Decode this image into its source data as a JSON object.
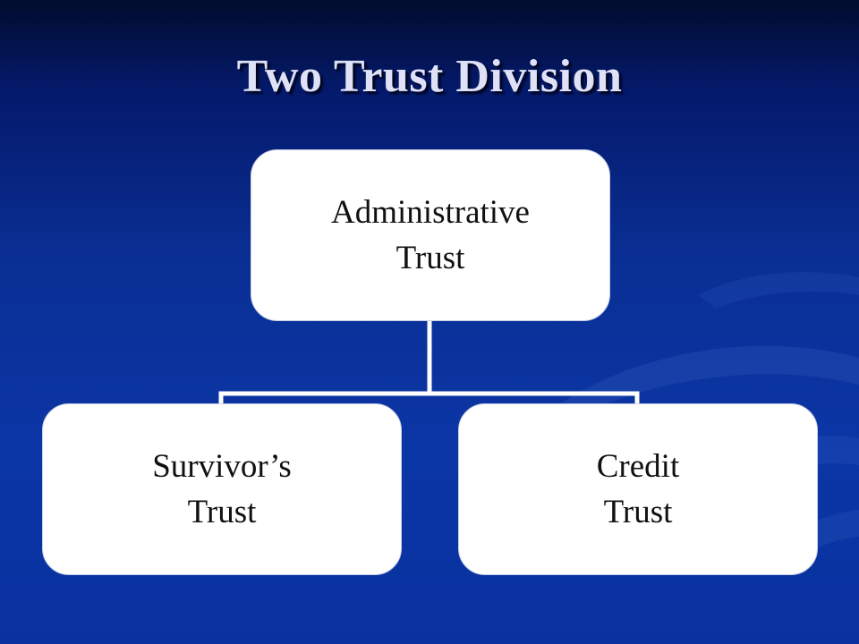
{
  "slide": {
    "title": "Two Trust Division"
  },
  "diagram": {
    "root": {
      "line1": "Administrative",
      "line2": "Trust"
    },
    "children": [
      {
        "line1": "Survivor’s",
        "line2": "Trust"
      },
      {
        "line1": "Credit",
        "line2": "Trust"
      }
    ]
  },
  "colors": {
    "background": "#0a2f94",
    "title": "#dfe2f6",
    "node_fill": "#ffffff",
    "connector": "#ffffff"
  }
}
